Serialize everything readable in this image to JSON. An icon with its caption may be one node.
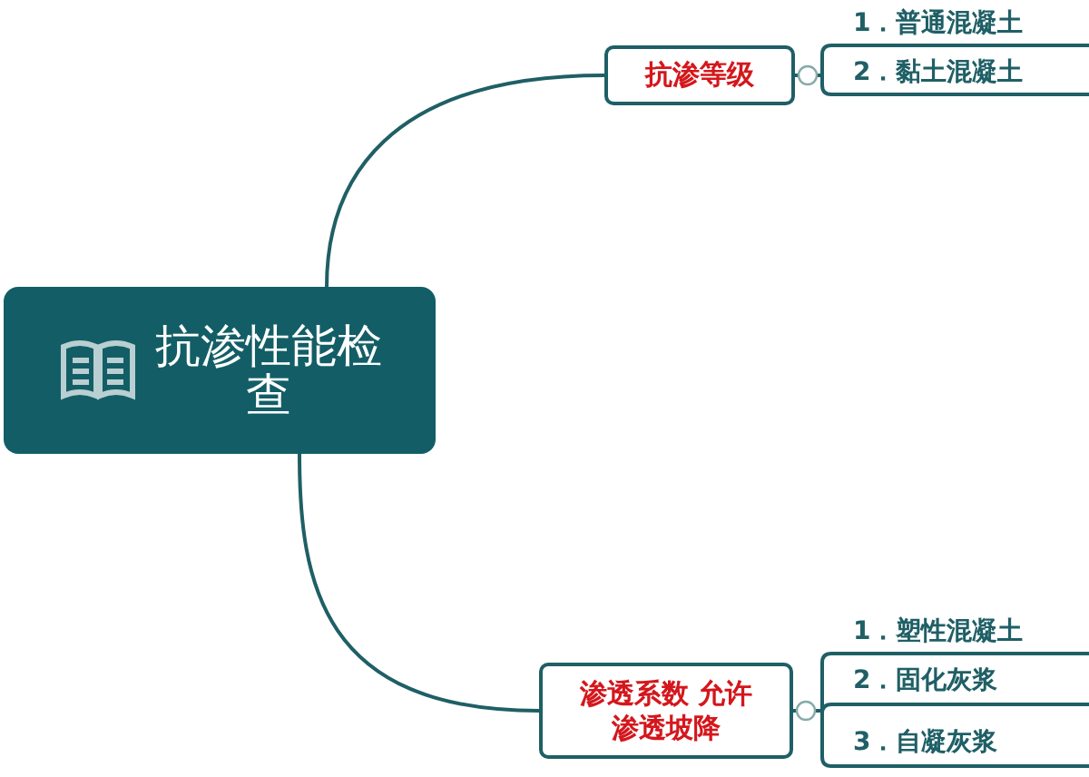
{
  "diagram": {
    "nodes": [
      {
        "text": [
          "抗渗性能检查"
        ]
      },
      {
        "text": [
          "抗渗等级"
        ]
      },
      {
        "text": [
          "1．普通混凝土"
        ]
      },
      {
        "text": [
          "2．黏土混凝土"
        ]
      },
      {
        "text": [
          "渗透系数 允许渗透坡降"
        ]
      },
      {
        "text": [
          "1．塑性混凝土"
        ]
      },
      {
        "text": [
          "2．固化灰浆"
        ]
      },
      {
        "text": [
          "3．自凝灰浆"
        ]
      }
    ],
    "edges": [
      {
        "from": 0,
        "to": 1,
        "arrow": "none"
      },
      {
        "from": 1,
        "to": 2,
        "arrow": "none"
      },
      {
        "from": 1,
        "to": 3,
        "arrow": "none"
      },
      {
        "from": 0,
        "to": 4,
        "arrow": "none"
      },
      {
        "from": 4,
        "to": 5,
        "arrow": "none"
      },
      {
        "from": 4,
        "to": 6,
        "arrow": "none"
      },
      {
        "from": 4,
        "to": 7,
        "arrow": "none"
      }
    ]
  }
}
